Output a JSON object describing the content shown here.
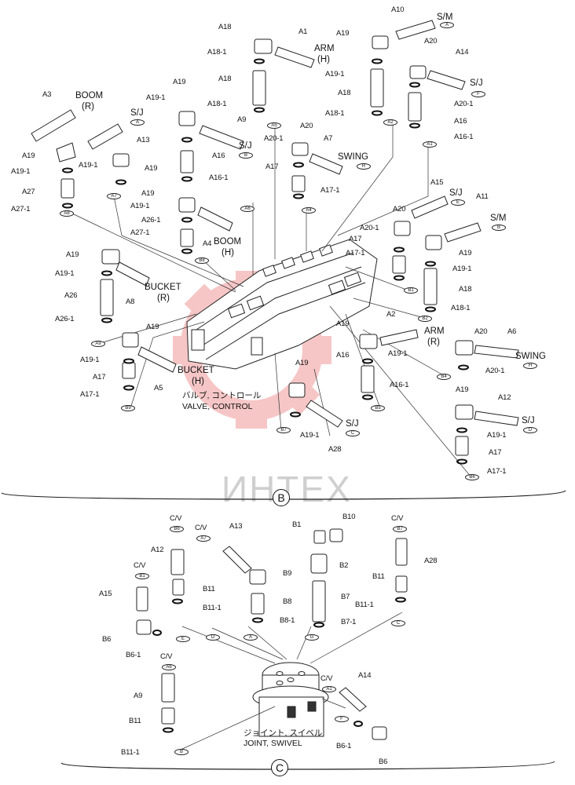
{
  "sections": {
    "upper": "B",
    "lower": "C"
  },
  "watermark": "ИНТЕХ",
  "captions": {
    "valve_jp": "バルブ, コントロール",
    "valve_en": "VALVE, CONTROL",
    "joint_jp": "ジョイント, スイベル",
    "joint_en": "JOINT, SWIVEL"
  },
  "hose_labels": {
    "boom_r": [
      "BOOM",
      "(R)"
    ],
    "arm_h": [
      "ARM",
      "(H)"
    ],
    "sm_a": "S/M",
    "sj_f": "S/J",
    "sj_a": "S/J",
    "sj_b": "S/J",
    "swing_r": "SWING",
    "sj_e": "S/J",
    "sm_b": "S/M",
    "boom_h": [
      "BOOM",
      "(H)"
    ],
    "bucket_r": [
      "BUCKET",
      "(R)"
    ],
    "arm_r": [
      "ARM",
      "(R)"
    ],
    "swing_h": "SWING",
    "bucket_h": [
      "BUCKET",
      "(H)"
    ],
    "sj_c": "S/J",
    "sj_d": "S/J",
    "cv": "C/V"
  },
  "part_labels": [
    "A1",
    "A2",
    "A3",
    "A4",
    "A5",
    "A6",
    "A7",
    "A8",
    "A9",
    "A10",
    "A11",
    "A12",
    "A13",
    "A14",
    "A15",
    "A16",
    "A16-1",
    "A17",
    "A17-1",
    "A18",
    "A18-1",
    "A19",
    "A19-1",
    "A20",
    "A20-1",
    "A26",
    "A26-1",
    "A27",
    "A27-1",
    "A28",
    "B1",
    "B2",
    "B6",
    "B6-1",
    "B7",
    "B7-1",
    "B8",
    "B8-1",
    "B9",
    "B10",
    "B11",
    "B11-1"
  ],
  "port_tags": [
    "A1",
    "A2",
    "A3",
    "A4",
    "A5",
    "A6",
    "A7",
    "A8",
    "A9",
    "B1",
    "B2",
    "B4",
    "B5",
    "B6",
    "B7",
    "B8",
    "B9",
    "A",
    "B",
    "C",
    "D",
    "E",
    "F",
    "G",
    "H",
    "R"
  ]
}
